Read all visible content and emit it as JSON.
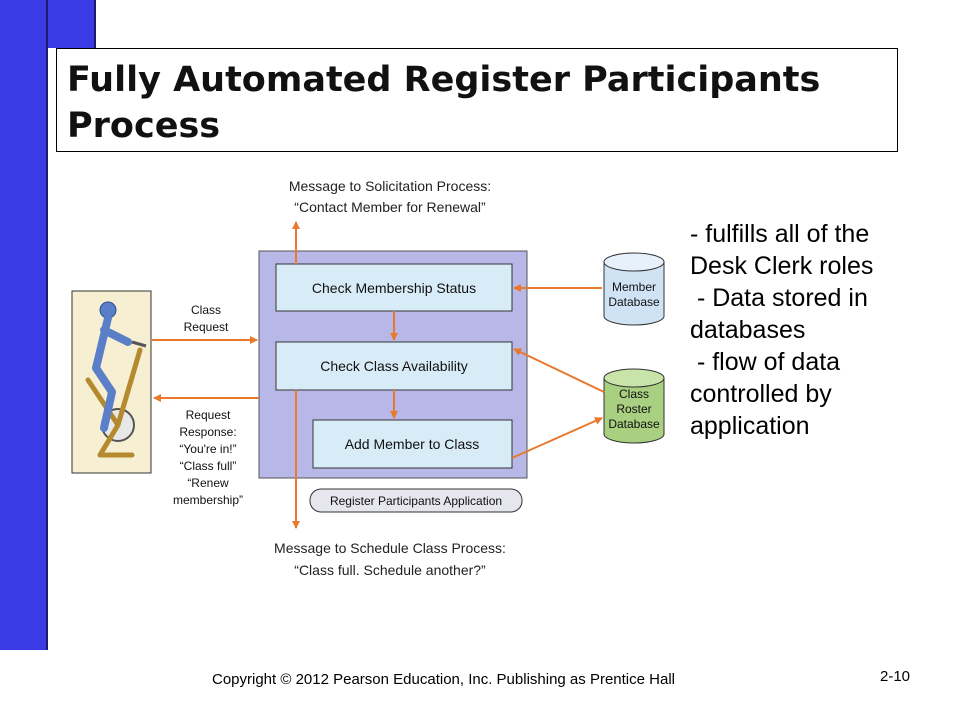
{
  "title": "Fully Automated Register Participants Process",
  "diagram": {
    "msg_top_line1": "Message to Solicitation Process:",
    "msg_top_line2": "“Contact Member for Renewal”",
    "step1": "Check Membership Status",
    "step2": "Check Class Availability",
    "step3": "Add Member to Class",
    "app_label": "Register Participants Application",
    "member_db_line1": "Member",
    "member_db_line2": "Database",
    "roster_db_line1": "Class",
    "roster_db_line2": "Roster",
    "roster_db_line3": "Database",
    "class_request_line1": "Class",
    "class_request_line2": "Request",
    "resp_line1": "Request",
    "resp_line2": "Response:",
    "resp_line3": "“You're in!”",
    "resp_line4": "“Class full”",
    "resp_line5": "“Renew",
    "resp_line6": "membership”",
    "msg_bottom_line1": "Message to Schedule Class Process:",
    "msg_bottom_line2": "“Class full. Schedule another?”"
  },
  "notes": [
    "- fulfills all of the",
    "Desk Clerk roles",
    " - Data stored in",
    "databases",
    " - flow of data",
    "controlled by",
    "application"
  ],
  "footer": "Copyright © 2012 Pearson Education, Inc. Publishing as Prentice Hall",
  "slide_number": "2-10",
  "colors": {
    "accent_bar": "#3b3be6",
    "arrow": "#e8792d",
    "app_box": "#b8b8e8",
    "step_box": "#d8ecf8",
    "member_db": "#cfe3f5",
    "roster_db": "#a8d080",
    "user_panel": "#f6efd2"
  }
}
